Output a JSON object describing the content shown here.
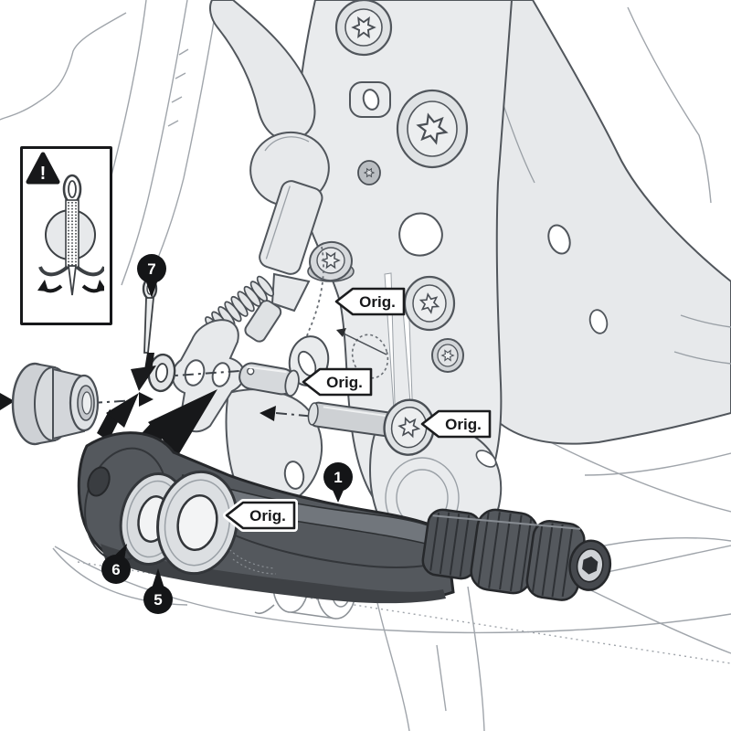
{
  "palette": {
    "outline": "#4a4f55",
    "part_fill": "#e7e9eb",
    "dark_part": "#54585d",
    "marker_black": "#141517",
    "washer_fill": "#dcdfe2"
  },
  "warning_box": {
    "symbol": "!"
  },
  "callouts": [
    {
      "label": "Orig."
    },
    {
      "label": "Orig."
    },
    {
      "label": "Orig."
    },
    {
      "label": "Orig."
    }
  ],
  "markers": [
    {
      "number": "7"
    },
    {
      "number": "1"
    },
    {
      "number": "6"
    },
    {
      "number": "5"
    }
  ]
}
